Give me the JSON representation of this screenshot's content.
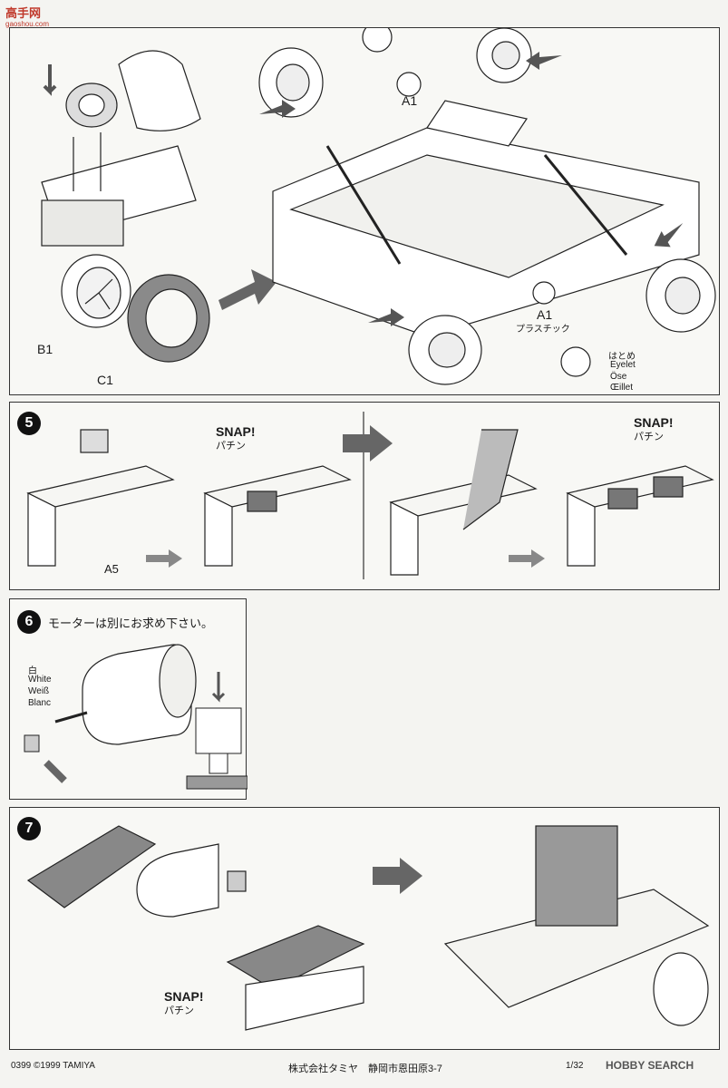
{
  "header_logo": "高手网",
  "header_sub": "gaoshou.com",
  "step4": {
    "parts": [
      "A1",
      "A1",
      "B1",
      "C1"
    ],
    "plastic_label": "プラスチック",
    "eyelet_labels": [
      "はとめ",
      "Eyelet",
      "Öse",
      "Œillet"
    ]
  },
  "step5": {
    "number": "5",
    "snap_labels": [
      "SNAP!",
      "SNAP!"
    ],
    "snap_jp": [
      "パチン",
      "パチン"
    ],
    "part": "A5"
  },
  "step6": {
    "number": "6",
    "note": "モーターは別にお求め下さい。",
    "color_labels": [
      "白",
      "White",
      "Weiß",
      "Blanc"
    ]
  },
  "step7": {
    "number": "7",
    "snap_label": "SNAP!",
    "snap_jp": "パチン"
  },
  "footer": {
    "left": "0399 ©1999 TAMIYA",
    "center": "株式会社タミヤ　静岡市恩田原3-7",
    "right_scale": "1/32",
    "watermark": "HOBBY SEARCH"
  }
}
